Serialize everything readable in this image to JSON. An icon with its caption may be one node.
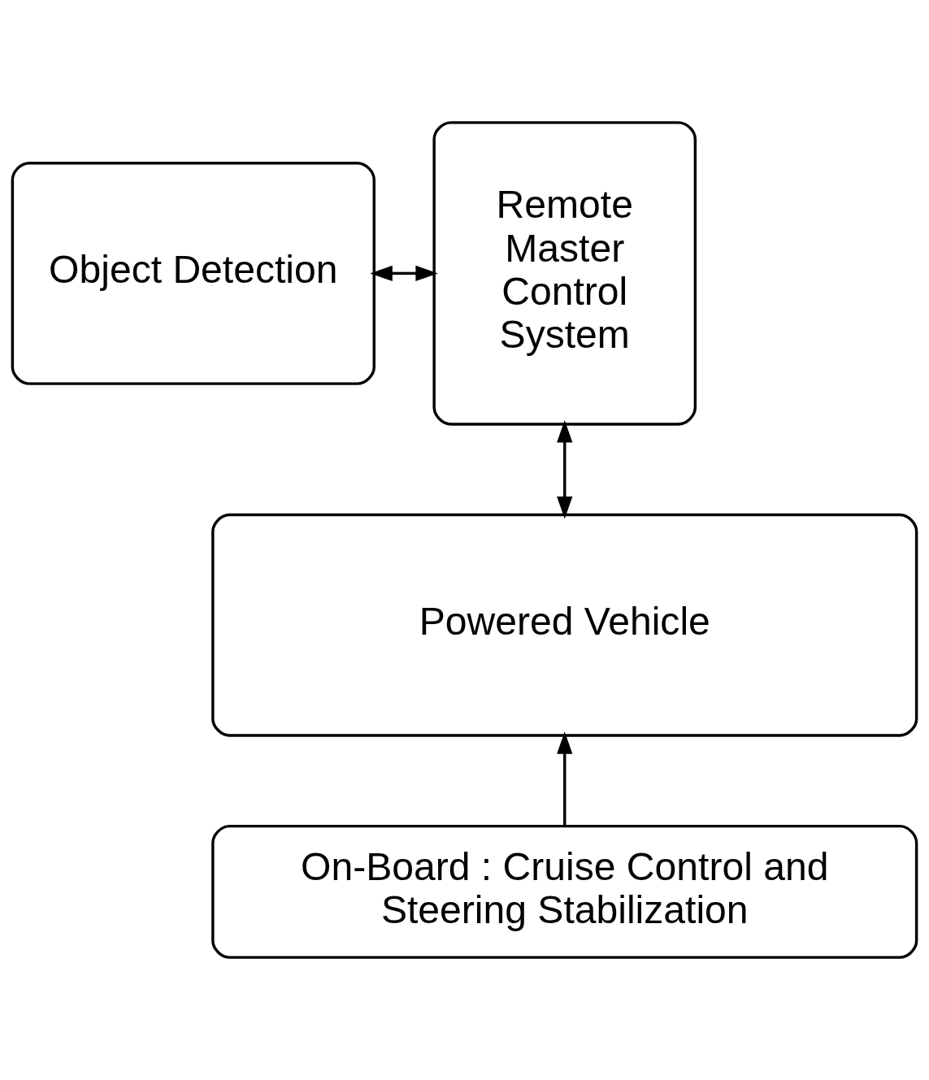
{
  "diagram": {
    "nodes": [
      {
        "text": [
          "Object Detection"
        ]
      },
      {
        "text": [
          "Remote Master Control System"
        ]
      },
      {
        "text": [
          "Powered Vehicle"
        ]
      },
      {
        "text": [
          "On-Board : Cruise Control and Steering Stabilization"
        ]
      }
    ],
    "edges": [
      {
        "from": 0,
        "to": 1,
        "arrow": "both"
      },
      {
        "from": 1,
        "to": 2,
        "arrow": "both"
      },
      {
        "from": 3,
        "to": 2,
        "arrow": "to"
      }
    ]
  }
}
